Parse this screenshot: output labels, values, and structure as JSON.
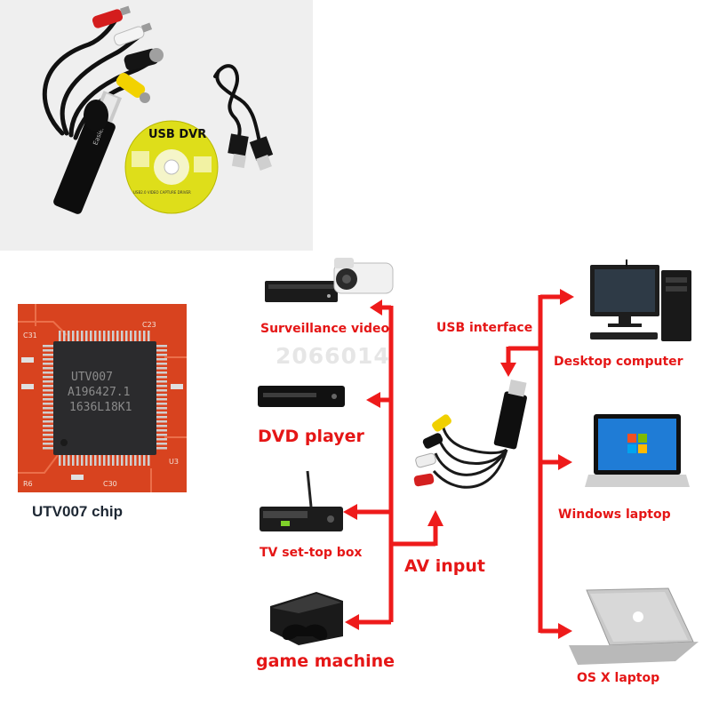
{
  "product_photo": {
    "cd_label": "USB DVR",
    "stick_label": "Easier CAP"
  },
  "chip_photo": {
    "chip_lines": [
      "UTV007",
      "A196427.1",
      "1636L18K1"
    ],
    "caption": "UTV007 chip"
  },
  "diagram": {
    "watermark": "2066014",
    "center_label": "AV input",
    "usb_label": "USB interface",
    "sources": [
      {
        "label": "Surveillance video",
        "icon": "camera-dvr-icon"
      },
      {
        "label": "DVD player",
        "icon": "dvd-player-icon"
      },
      {
        "label": "TV set-top box",
        "icon": "set-top-box-icon"
      },
      {
        "label": "game machine",
        "icon": "game-console-icon"
      }
    ],
    "targets": [
      {
        "label": "Desktop computer",
        "icon": "desktop-computer-icon"
      },
      {
        "label": "Windows laptop",
        "icon": "windows-laptop-icon"
      },
      {
        "label": "OS X laptop",
        "icon": "mac-laptop-icon"
      }
    ],
    "colors": {
      "arrow": "#ee1b1b",
      "label": "#e51616",
      "windows_blue": "#1f7cd6"
    }
  }
}
